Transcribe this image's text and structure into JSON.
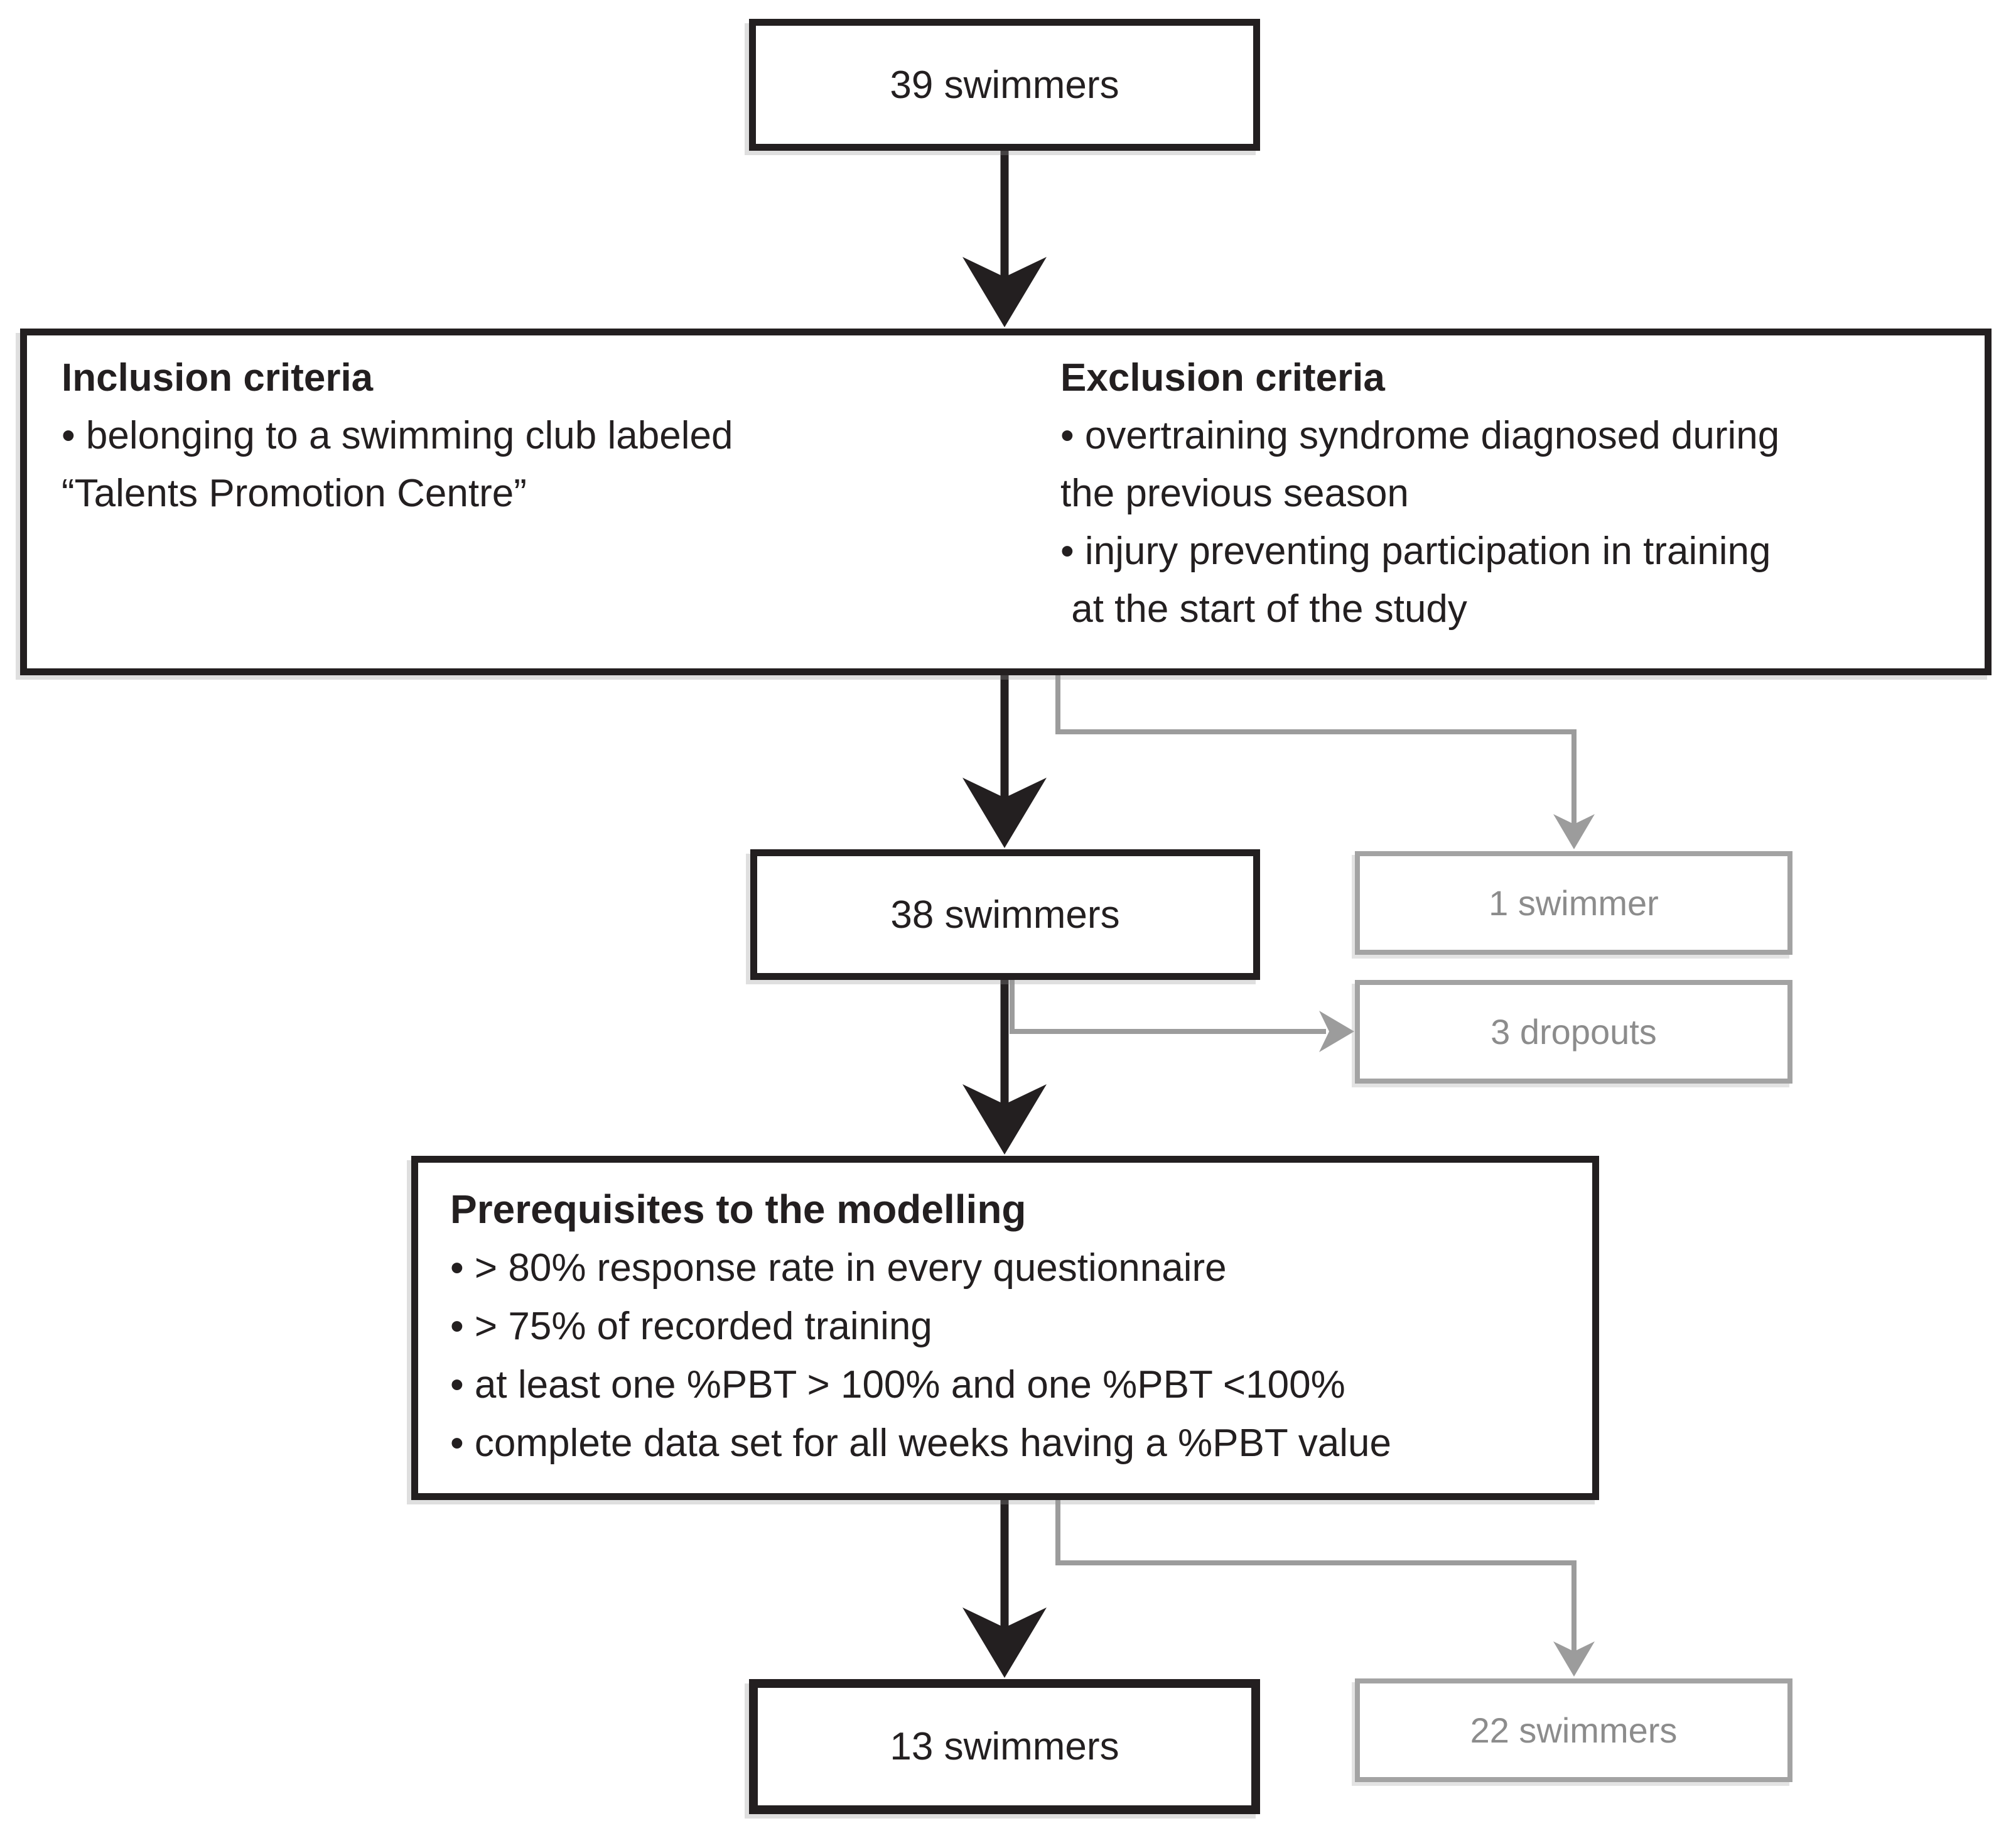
{
  "flowchart": {
    "boxes": {
      "start": {
        "label": "39 swimmers"
      },
      "criteria": {
        "inclusion": {
          "title": "Inclusion criteria",
          "lines": [
            "• belonging to a swimming club labeled",
            "“Talents Promotion Centre”"
          ]
        },
        "exclusion": {
          "title": "Exclusion criteria",
          "lines": [
            "• overtraining syndrome diagnosed during",
            "the previous season",
            "• injury preventing participation in training",
            " at the start of the study"
          ]
        }
      },
      "after_exclusion": {
        "label": "38 swimmers"
      },
      "excluded": {
        "label": "1 swimmer"
      },
      "dropouts": {
        "label": "3 dropouts"
      },
      "prerequisites": {
        "title": "Prerequisites to the modelling",
        "bullets": [
          "• > 80% response rate in every questionnaire",
          "• > 75% of recorded training",
          "• at least one %PBT > 100% and one %PBT <100%",
          "• complete data set for all weeks having a %PBT value"
        ]
      },
      "final": {
        "label": "13 swimmers"
      },
      "not_modelled": {
        "label": "22 swimmers"
      }
    },
    "colors": {
      "black": "#231f20",
      "gray_border": "#a3a3a3",
      "gray_text": "#8c8c8c",
      "gray_line": "#9c9c9c",
      "bg": "#ffffff"
    }
  }
}
